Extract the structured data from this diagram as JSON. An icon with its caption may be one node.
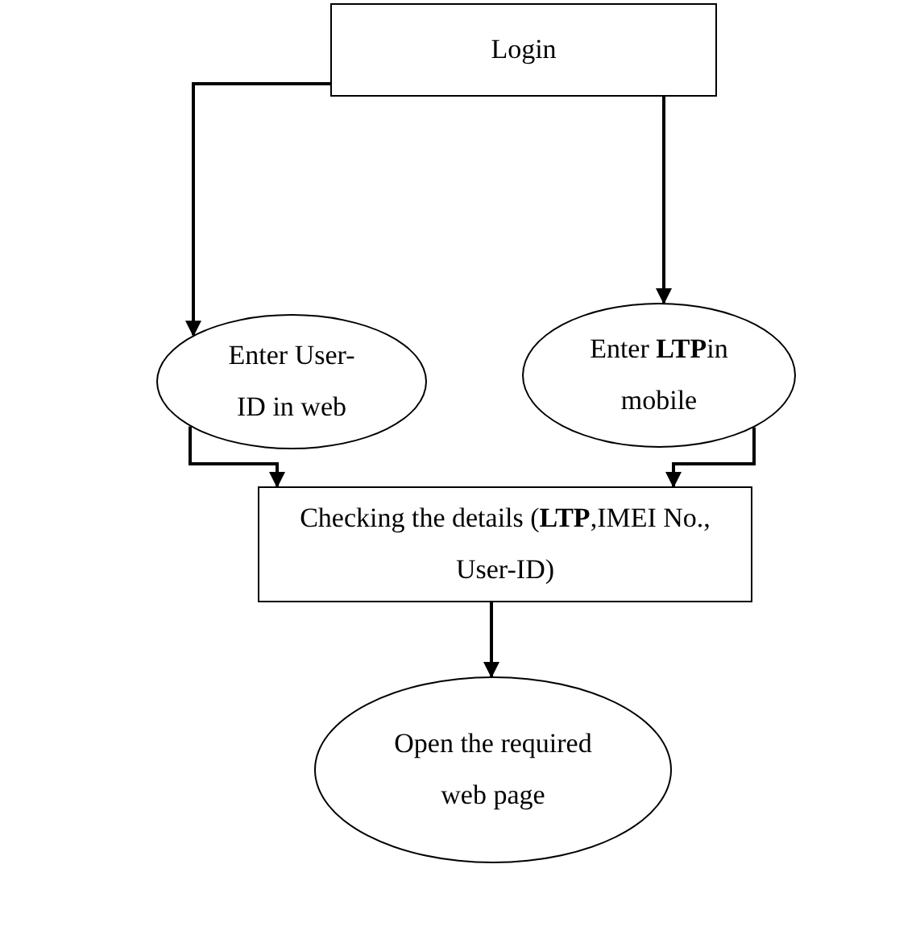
{
  "diagram": {
    "nodes": [
      {
        "text": [
          "Login"
        ]
      },
      {
        "text": [
          "Enter User-ID in web"
        ]
      },
      {
        "text": [
          "Enter **LTP**in mobile"
        ]
      },
      {
        "text": [
          "Checking the details (**LTP**,IMEI No., User-ID)"
        ]
      },
      {
        "text": [
          "Open the required web page"
        ]
      }
    ],
    "edges": [
      {
        "from": 0,
        "to": 1,
        "arrow": "to"
      },
      {
        "from": 0,
        "to": 2,
        "arrow": "to"
      },
      {
        "from": 1,
        "to": 3,
        "arrow": "to"
      },
      {
        "from": 2,
        "to": 3,
        "arrow": "to"
      },
      {
        "from": 3,
        "to": 4,
        "arrow": "to"
      }
    ]
  }
}
